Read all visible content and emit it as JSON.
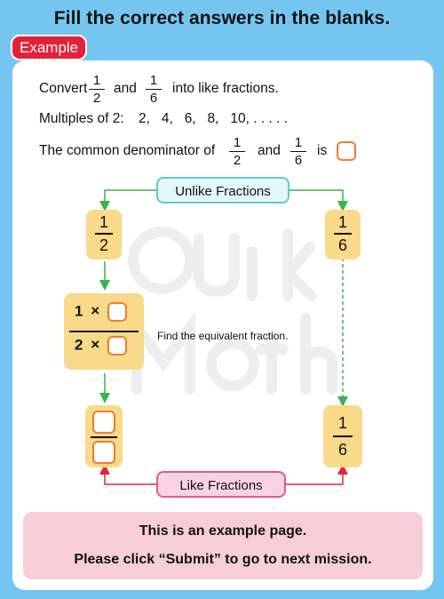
{
  "header": {
    "title": "Fill the correct answers in the blanks.",
    "badge": "Example"
  },
  "question": {
    "convert_prefix": "Convert",
    "frac1": {
      "n": "1",
      "d": "2"
    },
    "and_word": "and",
    "frac2": {
      "n": "1",
      "d": "6"
    },
    "convert_suffix": "into like fractions.",
    "multiples_label": "Multiples of 2:",
    "multiples_values": "2,   4,   6,   8,   10, . . . . .",
    "common_prefix": "The common denominator of",
    "is_word": "is",
    "common_answer": ""
  },
  "diagram": {
    "unlike_label": "Unlike Fractions",
    "like_label": "Like Fractions",
    "left_top": {
      "n": "1",
      "d": "2"
    },
    "right_top": {
      "n": "1",
      "d": "6"
    },
    "middle_row1_num": "1",
    "middle_row2_num": "2",
    "times_symbol": "×",
    "hint": "Find the equivalent fraction.",
    "right_bottom": {
      "n": "1",
      "d": "6"
    }
  },
  "notice": {
    "line1": "This is an example page.",
    "line2": "Please click “Submit” to go to next mission."
  },
  "colors": {
    "background": "#74c6f1",
    "badge": "#e2213a",
    "tile": "#f9d98a",
    "answer_box_border": "#f27c30",
    "green_arrow": "#3bb34a",
    "red_arrow": "#e0243b"
  }
}
